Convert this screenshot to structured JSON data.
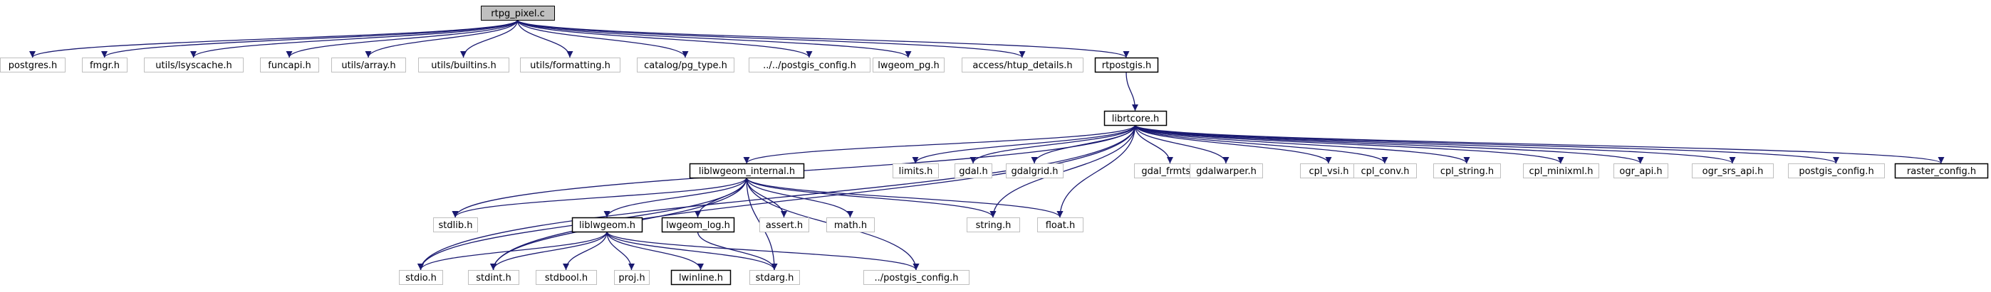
{
  "graph": {
    "nodes": [
      {
        "id": "rtpg_pixel",
        "label": "rtpg_pixel.c",
        "style": "root"
      },
      {
        "id": "postgres",
        "label": "postgres.h",
        "style": "plain"
      },
      {
        "id": "fmgr",
        "label": "fmgr.h",
        "style": "plain"
      },
      {
        "id": "lsyscache",
        "label": "utils/lsyscache.h",
        "style": "plain"
      },
      {
        "id": "funcapi",
        "label": "funcapi.h",
        "style": "plain"
      },
      {
        "id": "array",
        "label": "utils/array.h",
        "style": "plain"
      },
      {
        "id": "builtins",
        "label": "utils/builtins.h",
        "style": "plain"
      },
      {
        "id": "formatting",
        "label": "utils/formatting.h",
        "style": "plain"
      },
      {
        "id": "pg_type",
        "label": "catalog/pg_type.h",
        "style": "plain"
      },
      {
        "id": "pgis_config1",
        "label": "../../postgis_config.h",
        "style": "plain"
      },
      {
        "id": "lwgeom_pg",
        "label": "lwgeom_pg.h",
        "style": "plain"
      },
      {
        "id": "htup",
        "label": "access/htup_details.h",
        "style": "plain"
      },
      {
        "id": "rtpostgis",
        "label": "rtpostgis.h",
        "style": "bold"
      },
      {
        "id": "librtcore",
        "label": "librtcore.h",
        "style": "bold"
      },
      {
        "id": "liblwgeom_internal",
        "label": "liblwgeom_internal.h",
        "style": "bold"
      },
      {
        "id": "limits",
        "label": "limits.h",
        "style": "plain"
      },
      {
        "id": "gdal",
        "label": "gdal.h",
        "style": "plain"
      },
      {
        "id": "gdalgrid",
        "label": "gdalgrid.h",
        "style": "plain"
      },
      {
        "id": "gdal_frmts",
        "label": "gdal_frmts.h",
        "style": "plain"
      },
      {
        "id": "gdalwarper",
        "label": "gdalwarper.h",
        "style": "plain"
      },
      {
        "id": "cpl_vsi",
        "label": "cpl_vsi.h",
        "style": "plain"
      },
      {
        "id": "cpl_conv",
        "label": "cpl_conv.h",
        "style": "plain"
      },
      {
        "id": "cpl_string",
        "label": "cpl_string.h",
        "style": "plain"
      },
      {
        "id": "cpl_minixml",
        "label": "cpl_minixml.h",
        "style": "plain"
      },
      {
        "id": "ogr_api",
        "label": "ogr_api.h",
        "style": "plain"
      },
      {
        "id": "ogr_srs_api",
        "label": "ogr_srs_api.h",
        "style": "plain"
      },
      {
        "id": "postgis_config",
        "label": "postgis_config.h",
        "style": "plain"
      },
      {
        "id": "raster_config",
        "label": "raster_config.h",
        "style": "bold"
      },
      {
        "id": "stdlib",
        "label": "stdlib.h",
        "style": "plain"
      },
      {
        "id": "liblwgeom",
        "label": "liblwgeom.h",
        "style": "bold"
      },
      {
        "id": "lwgeom_log",
        "label": "lwgeom_log.h",
        "style": "bold"
      },
      {
        "id": "assert",
        "label": "assert.h",
        "style": "plain"
      },
      {
        "id": "math",
        "label": "math.h",
        "style": "plain"
      },
      {
        "id": "string",
        "label": "string.h",
        "style": "plain"
      },
      {
        "id": "float",
        "label": "float.h",
        "style": "plain"
      },
      {
        "id": "stdio",
        "label": "stdio.h",
        "style": "plain"
      },
      {
        "id": "stdint",
        "label": "stdint.h",
        "style": "plain"
      },
      {
        "id": "stdbool",
        "label": "stdbool.h",
        "style": "plain"
      },
      {
        "id": "proj",
        "label": "proj.h",
        "style": "plain"
      },
      {
        "id": "lwinline",
        "label": "lwinline.h",
        "style": "bold"
      },
      {
        "id": "stdarg",
        "label": "stdarg.h",
        "style": "plain"
      },
      {
        "id": "pgis_config2",
        "label": "../postgis_config.h",
        "style": "plain"
      }
    ],
    "edges": [
      [
        "rtpg_pixel",
        "postgres"
      ],
      [
        "rtpg_pixel",
        "fmgr"
      ],
      [
        "rtpg_pixel",
        "lsyscache"
      ],
      [
        "rtpg_pixel",
        "funcapi"
      ],
      [
        "rtpg_pixel",
        "array"
      ],
      [
        "rtpg_pixel",
        "builtins"
      ],
      [
        "rtpg_pixel",
        "formatting"
      ],
      [
        "rtpg_pixel",
        "pg_type"
      ],
      [
        "rtpg_pixel",
        "pgis_config1"
      ],
      [
        "rtpg_pixel",
        "lwgeom_pg"
      ],
      [
        "rtpg_pixel",
        "htup"
      ],
      [
        "rtpg_pixel",
        "rtpostgis"
      ],
      [
        "rtpostgis",
        "librtcore"
      ],
      [
        "librtcore",
        "liblwgeom_internal"
      ],
      [
        "librtcore",
        "limits"
      ],
      [
        "librtcore",
        "gdal"
      ],
      [
        "librtcore",
        "gdalgrid"
      ],
      [
        "librtcore",
        "gdal_frmts"
      ],
      [
        "librtcore",
        "gdalwarper"
      ],
      [
        "librtcore",
        "cpl_vsi"
      ],
      [
        "librtcore",
        "cpl_conv"
      ],
      [
        "librtcore",
        "cpl_string"
      ],
      [
        "librtcore",
        "cpl_minixml"
      ],
      [
        "librtcore",
        "ogr_api"
      ],
      [
        "librtcore",
        "ogr_srs_api"
      ],
      [
        "librtcore",
        "postgis_config"
      ],
      [
        "librtcore",
        "raster_config"
      ],
      [
        "librtcore",
        "stdlib"
      ],
      [
        "librtcore",
        "stdio"
      ],
      [
        "librtcore",
        "stdint"
      ],
      [
        "librtcore",
        "string"
      ],
      [
        "librtcore",
        "float"
      ],
      [
        "liblwgeom_internal",
        "stdlib"
      ],
      [
        "liblwgeom_internal",
        "liblwgeom"
      ],
      [
        "liblwgeom_internal",
        "lwgeom_log"
      ],
      [
        "liblwgeom_internal",
        "assert"
      ],
      [
        "liblwgeom_internal",
        "math"
      ],
      [
        "liblwgeom_internal",
        "string"
      ],
      [
        "liblwgeom_internal",
        "float"
      ],
      [
        "liblwgeom_internal",
        "stdio"
      ],
      [
        "liblwgeom_internal",
        "stdint"
      ],
      [
        "liblwgeom_internal",
        "stdarg"
      ],
      [
        "liblwgeom_internal",
        "pgis_config2"
      ],
      [
        "liblwgeom",
        "stdio"
      ],
      [
        "liblwgeom",
        "stdint"
      ],
      [
        "liblwgeom",
        "stdbool"
      ],
      [
        "liblwgeom",
        "proj"
      ],
      [
        "liblwgeom",
        "lwinline"
      ],
      [
        "liblwgeom",
        "stdarg"
      ],
      [
        "liblwgeom",
        "pgis_config2"
      ],
      [
        "lwgeom_log",
        "stdarg"
      ]
    ],
    "colors": {
      "edge": "#191970",
      "root_fill": "#bfbfbf",
      "root_border": "#000000",
      "bold_border": "#000000",
      "plain_border": "#bfbfbf",
      "text": "#000000"
    }
  }
}
